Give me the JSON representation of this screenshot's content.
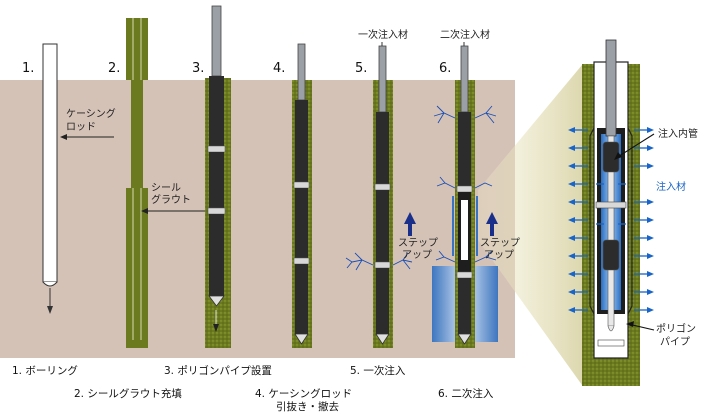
{
  "steps": [
    {
      "num": "1."
    },
    {
      "num": "2."
    },
    {
      "num": "3."
    },
    {
      "num": "4."
    },
    {
      "num": "5."
    },
    {
      "num": "6."
    }
  ],
  "labels": {
    "casing_rod_1": "ケーシング",
    "casing_rod_2": "ロッド",
    "seal_grout_1": "シール",
    "seal_grout_2": "グラウト",
    "primary_material": "一次注入材",
    "secondary_material": "二次注入材",
    "step_up_1": "ステップ",
    "step_up_2": "アップ",
    "inner_pipe": "注入内管",
    "grout_material": "注入材",
    "polygon_pipe_1": "ポリゴン",
    "polygon_pipe_2": "パイプ"
  },
  "captions": {
    "c1": "1. ボーリング",
    "c2": "2. シールグラウト充填",
    "c3": "3. ポリゴンパイプ設置",
    "c4a": "4. ケーシングロッド",
    "c4b": "引抜き・撤去",
    "c5": "5. 一次注入",
    "c6": "6. 二次注入"
  },
  "colors": {
    "soil": "#d5c2b7",
    "grout": "#6b7a1e",
    "pipe": "#2a2a2a",
    "arrow_blue": "#1a64c8",
    "step_arrow": "#1a2f8a"
  }
}
